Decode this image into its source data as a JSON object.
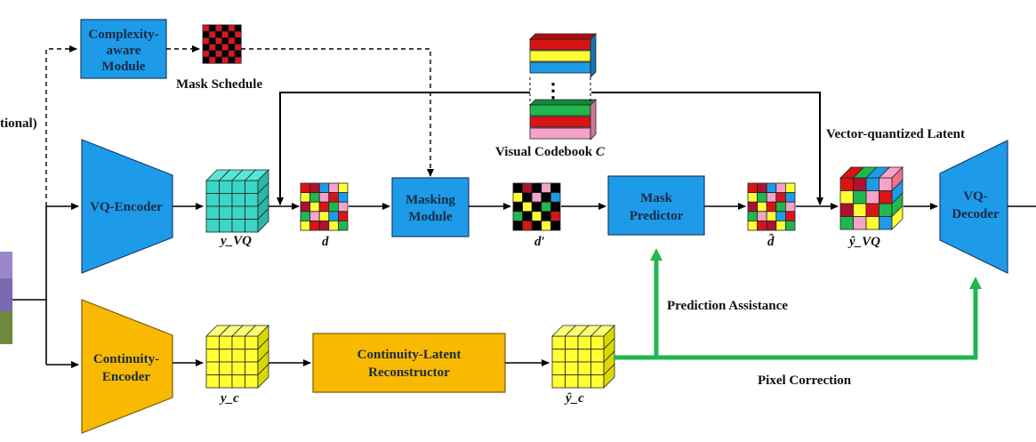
{
  "colors": {
    "blue": "#1d9be8",
    "orange": "#f8b900",
    "green": "#1fb84f",
    "teal": "#3bd6c6",
    "yellow": "#ffff33"
  },
  "labels": {
    "optional": "tional)",
    "complexity": [
      "Complexity-",
      "aware",
      "Module"
    ],
    "mask_schedule": "Mask Schedule",
    "visual_codebook": "Visual Codebook",
    "codebook_symbol": "C",
    "codebook_dots": "⋮",
    "vq_latent": "Vector-quantized Latent",
    "vq_encoder": "VQ-Encoder",
    "masking": [
      "Masking",
      "Module"
    ],
    "mask_predictor": [
      "Mask",
      "Predictor"
    ],
    "vq_decoder": [
      "VQ-",
      "Decoder"
    ],
    "y_vq": "y_VQ",
    "d": "d",
    "d_prime": "d′",
    "d_hat": "d̂",
    "y_vq_hat": "ŷ_VQ",
    "continuity_encoder": [
      "Continuity-",
      "Encoder"
    ],
    "continuity_reconstructor": [
      "Continuity-Latent",
      "Reconstructor"
    ],
    "y_c": "y_c",
    "y_c_hat": "ŷ_c",
    "prediction_assistance": "Prediction Assistance",
    "pixel_correction": "Pixel Correction"
  }
}
